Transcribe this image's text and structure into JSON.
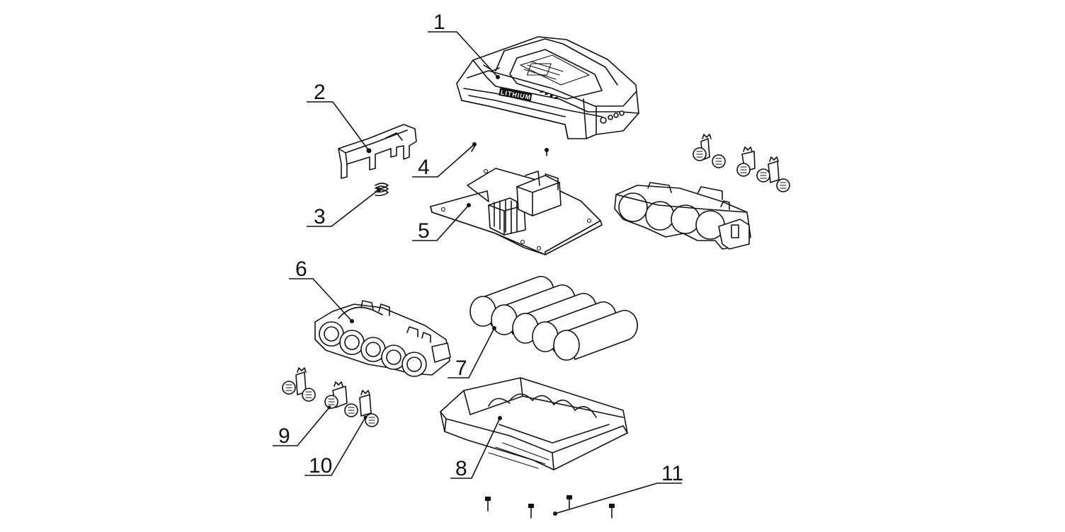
{
  "diagram": {
    "brand_text": "LITHIUM",
    "callouts": [
      {
        "id": "1",
        "label": "1"
      },
      {
        "id": "2",
        "label": "2"
      },
      {
        "id": "3",
        "label": "3"
      },
      {
        "id": "4",
        "label": "4"
      },
      {
        "id": "5",
        "label": "5"
      },
      {
        "id": "6",
        "label": "6"
      },
      {
        "id": "7",
        "label": "7"
      },
      {
        "id": "8",
        "label": "8"
      },
      {
        "id": "9",
        "label": "9"
      },
      {
        "id": "10",
        "label": "10"
      },
      {
        "id": "11",
        "label": "11"
      }
    ]
  }
}
